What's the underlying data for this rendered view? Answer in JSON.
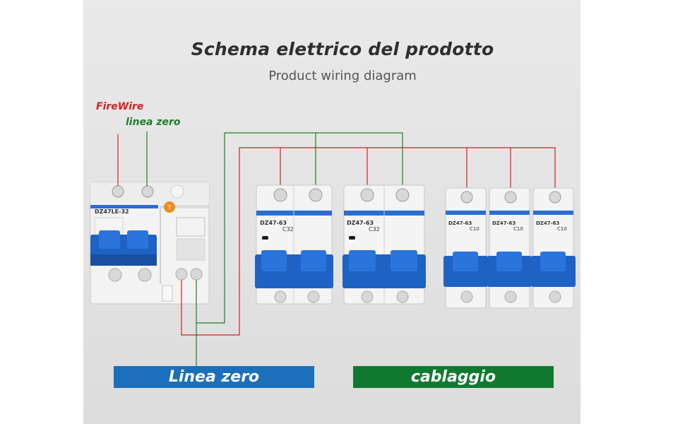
{
  "title": "Schema elettrico del prodotto",
  "subtitle": "Product wiring diagram",
  "labels": {
    "fire_wire": "FireWire",
    "neutral": "linea zero"
  },
  "banners": {
    "left": "Linea zero",
    "right": "cablaggio"
  },
  "rcbo": {
    "model": "DZ47LE-32",
    "test_button": "T"
  },
  "breakers": [
    {
      "model": "DZ47-63",
      "rating": "C32",
      "poles": 2
    },
    {
      "model": "DZ47-63",
      "rating": "C32",
      "poles": 2
    },
    {
      "model": "DZ47-63",
      "rating": "C10",
      "poles": 1
    },
    {
      "model": "DZ47-63",
      "rating": "C10",
      "poles": 1
    },
    {
      "model": "DZ47-63",
      "rating": "C10",
      "poles": 1
    }
  ],
  "colors": {
    "fire_wire": "#d4201f",
    "neutral_wire": "#1e7d2a",
    "breaker_blue": "#1e62c4",
    "banner_blue": "#1b6fbb",
    "banner_green": "#0f7a2f"
  }
}
